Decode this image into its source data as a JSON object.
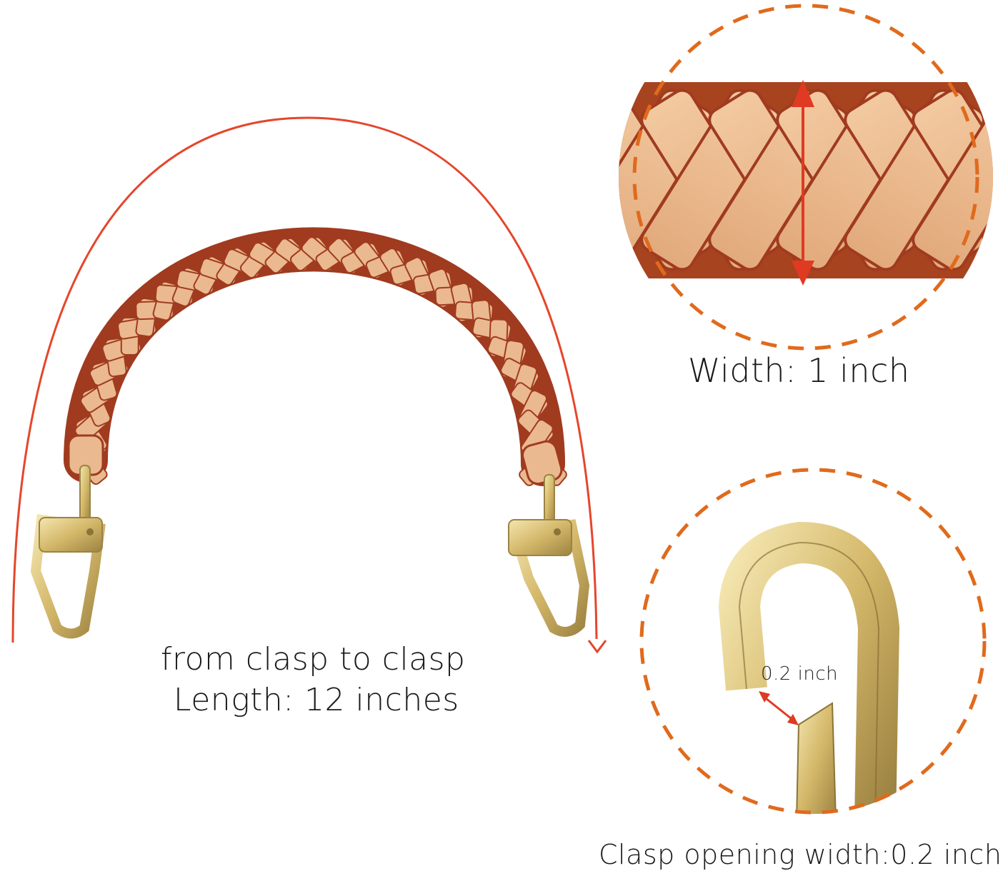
{
  "colors": {
    "accent_arc": "#e5462b",
    "dashed_circle": "#e06a1c",
    "leather_light": "#eab98f",
    "leather_edge": "#a03b1f",
    "gold": "#d9c27a",
    "gold_dark": "#9a8344"
  },
  "captions": {
    "length_line1": "from clasp to clasp",
    "length_line2": "Length: 12 inches",
    "width": "Width: 1 inch",
    "clasp_opening": "Clasp opening width:0.2 inch",
    "clasp_inner": "0.2   inch"
  },
  "icons": {
    "arc_arrow": "arrow-down-icon",
    "width_arrow": "double-arrow-vertical-icon",
    "clasp_arrow": "double-arrow-diagonal-icon"
  }
}
